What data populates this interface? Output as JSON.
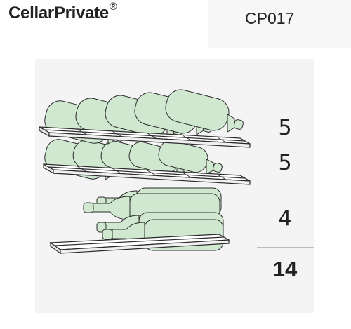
{
  "header": {
    "brand": "CellarPrivate",
    "brand_mark": "®",
    "model": "CP017"
  },
  "capacity": {
    "shelf_1": "5",
    "shelf_2": "5",
    "base": "4",
    "total": "14"
  },
  "colors": {
    "bottle": "#cfe8cf",
    "outline": "#2b2b2b",
    "backdrop": "#f4f4f4"
  }
}
